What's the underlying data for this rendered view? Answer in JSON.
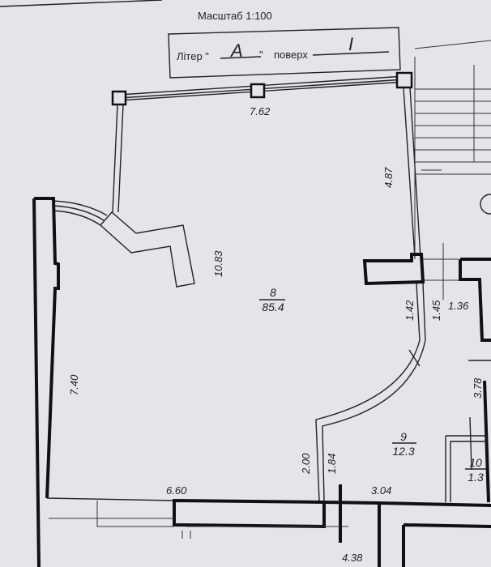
{
  "header": {
    "scale": "Масштаб 1:100",
    "liter_label": "Літер \"",
    "liter_value": "A",
    "liter_close": "\"",
    "floor_label": "поверх",
    "floor_value": "I"
  },
  "dimensions": {
    "top_wall": "7.62",
    "right_upper": "4.87",
    "room_height": "10.83",
    "left_wall": "7.40",
    "bottom_left": "6.60",
    "bottom_outer": "4.38",
    "bottom_right": "3.04",
    "door_outer": "2.00",
    "door_inner": "1.84",
    "arc_inner": "1.42",
    "arc_outer": "1.45",
    "right_small": "1.36",
    "right_lower": "3.78"
  },
  "rooms": [
    {
      "number": "8",
      "area": "85.4"
    },
    {
      "number": "9",
      "area": "12.3"
    },
    {
      "number": "10",
      "area": "1.3"
    }
  ]
}
